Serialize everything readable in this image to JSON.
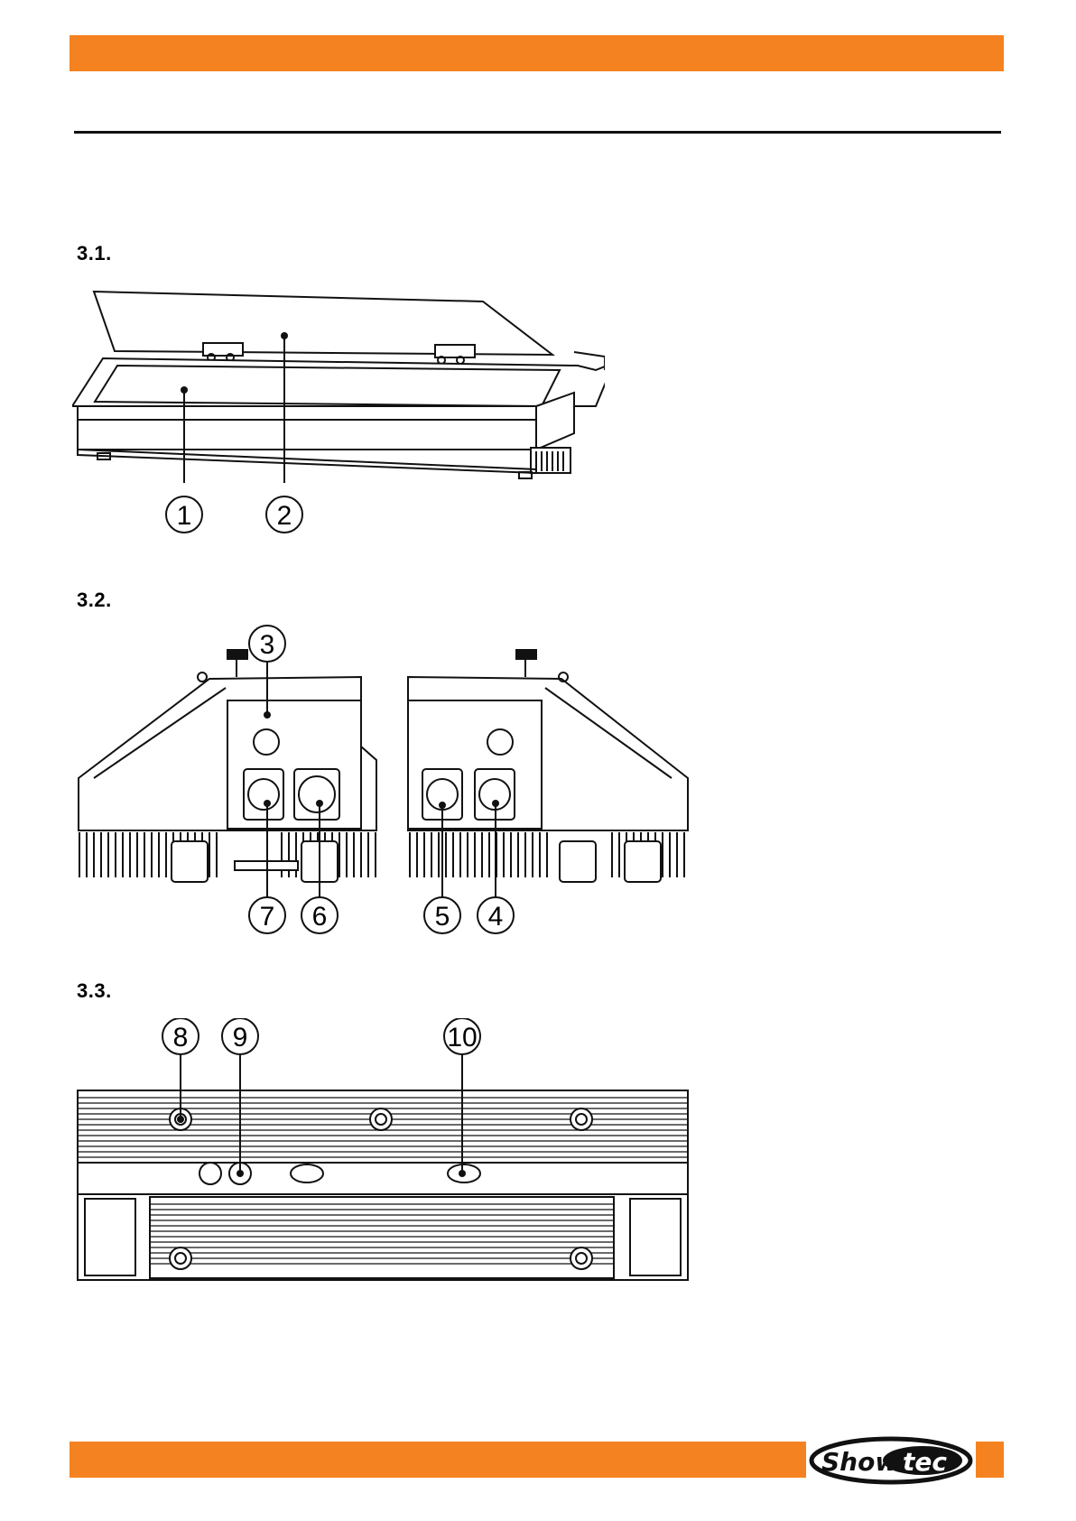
{
  "sections": {
    "s1": {
      "number": "3.1."
    },
    "s2": {
      "number": "3.2."
    },
    "s3": {
      "number": "3.3."
    }
  },
  "callouts": [
    "1",
    "2",
    "3",
    "4",
    "5",
    "6",
    "7",
    "8",
    "9",
    "10"
  ],
  "brand": {
    "logo_text_left": "Show",
    "logo_text_right": "tec"
  },
  "colors": {
    "accent": "#f58220",
    "line": "#111111"
  }
}
